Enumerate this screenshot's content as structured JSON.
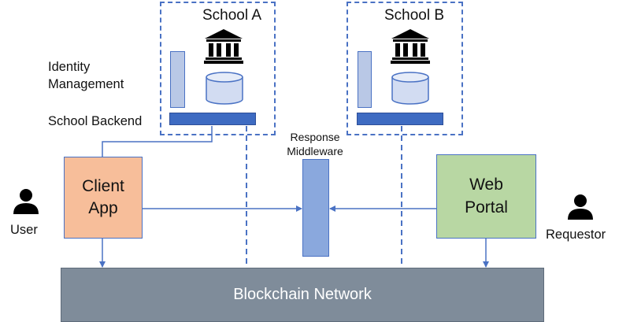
{
  "schools": [
    {
      "title": "School A"
    },
    {
      "title": "School B"
    }
  ],
  "labels": {
    "identity_management": "Identity\nManagement",
    "school_backend": "School Backend",
    "response_middleware": "Response\nMiddleware"
  },
  "nodes": {
    "client_app": "Client\nApp",
    "web_portal": "Web\nPortal",
    "blockchain_network": "Blockchain Network"
  },
  "actors": {
    "user": "User",
    "requestor": "Requestor"
  },
  "icons": [
    "bank-icon",
    "database-icon",
    "person-icon"
  ],
  "colors": {
    "client_app": "#f7be9a",
    "web_portal": "#b8d7a3",
    "blockchain": "#7f8c9a",
    "middleware": "#8aa8dd",
    "accent": "#4a72c4"
  }
}
